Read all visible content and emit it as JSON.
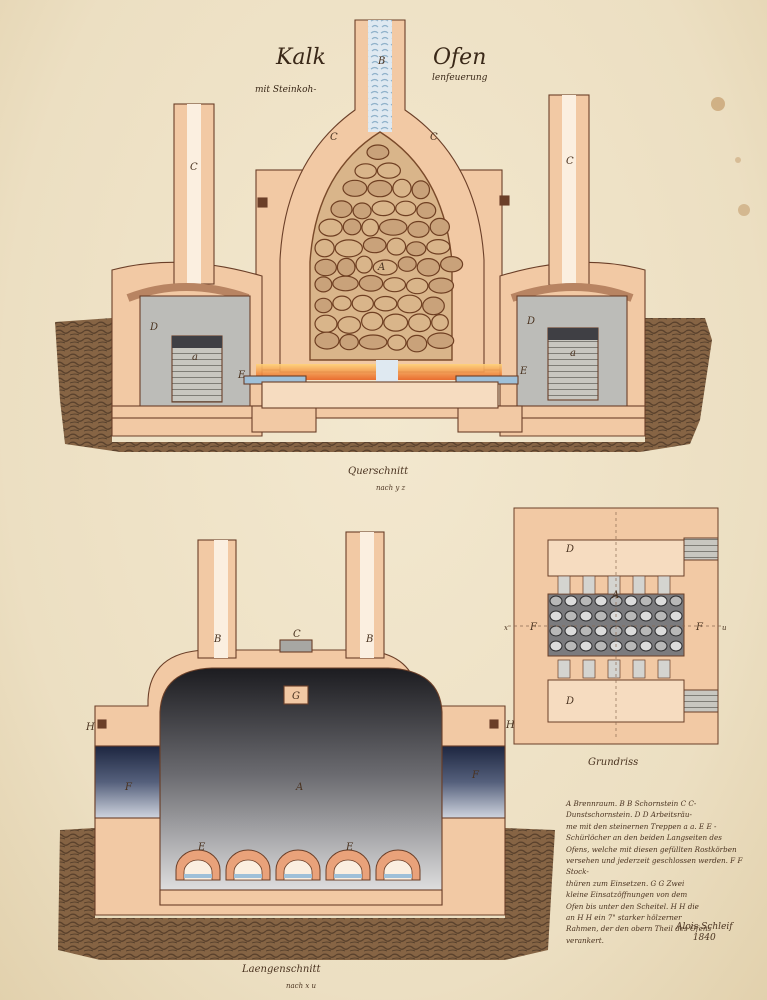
{
  "title": {
    "word1": "Kalk",
    "word2": "Ofen",
    "subtitle1": "mit Steinkoh-",
    "subtitle2": "lenfeuerung"
  },
  "sections": {
    "cross": {
      "title": "Querschnitt",
      "sub": "nach y z"
    },
    "long": {
      "title": "Laengenschnitt",
      "sub": "nach x u"
    },
    "plan": {
      "title": "Grundriss"
    }
  },
  "labels": {
    "A": "A",
    "B": "B",
    "C": "C",
    "D": "D",
    "E": "E",
    "F": "F",
    "G": "G",
    "H": "H",
    "a": "a",
    "x": "x",
    "u": "u"
  },
  "legend": [
    "A Brennraum. B B Schornstein C C-",
    "Dunstschornstein. D D Arbeitsräu-",
    "me mit den steinernen Treppen a a. E E -",
    "Schürlöcher an den beiden Langseiten des",
    "Ofens, welche mit diesen gefüllten Rostkörben",
    "versehen und jederzeit geschlossen werden. F F Stock-",
    "thüren zum Einsetzen. G G Zwei",
    "kleine Einsatzöffnungen von dem",
    "Ofen bis unter den Scheitel. H H die",
    "an H H ein 7\" starker hölzerner",
    "Rahmen, der den obern Theil des Ofens",
    "verankert."
  ],
  "signature": {
    "name": "Alois Schleif",
    "year": "1840"
  },
  "colors": {
    "masonry": "#f2c9a4",
    "outline": "#6b3f28",
    "gray": "#bcbcb8",
    "dark": "#262628",
    "earth": "#5e4026",
    "fire": "#f2853a",
    "water": "#9fc0d8"
  }
}
